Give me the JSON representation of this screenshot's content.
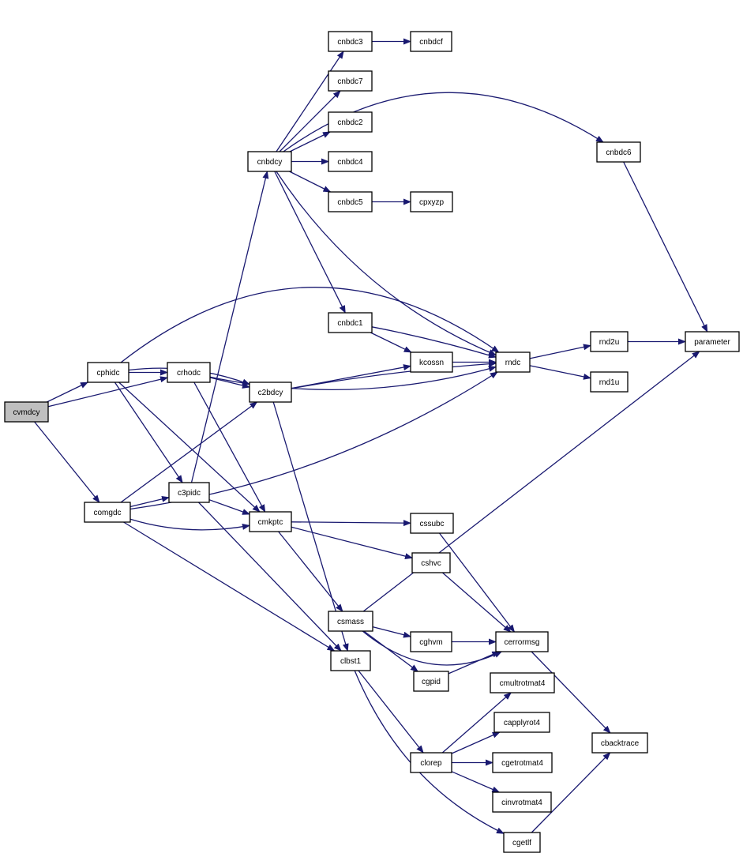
{
  "colors": {
    "edge": "#191970",
    "node_fill": "#ffffff",
    "root_fill": "#bfbfbf",
    "border": "#000000"
  },
  "nodes": [
    {
      "id": "cvmdcy",
      "label": "cvmdcy",
      "root": true
    },
    {
      "id": "cphidc",
      "label": "cphidc"
    },
    {
      "id": "comgdc",
      "label": "comgdc"
    },
    {
      "id": "crhodc",
      "label": "crhodc"
    },
    {
      "id": "c2bdcy",
      "label": "c2bdcy"
    },
    {
      "id": "c3pidc",
      "label": "c3pidc"
    },
    {
      "id": "cmkptc",
      "label": "cmkptc"
    },
    {
      "id": "cnbdcy",
      "label": "cnbdcy"
    },
    {
      "id": "cnbdc3",
      "label": "cnbdc3"
    },
    {
      "id": "cnbdcf",
      "label": "cnbdcf"
    },
    {
      "id": "cnbdc7",
      "label": "cnbdc7"
    },
    {
      "id": "cnbdc2",
      "label": "cnbdc2"
    },
    {
      "id": "cnbdc4",
      "label": "cnbdc4"
    },
    {
      "id": "cnbdc5",
      "label": "cnbdc5"
    },
    {
      "id": "cpxyzp",
      "label": "cpxyzp"
    },
    {
      "id": "cnbdc6",
      "label": "cnbdc6"
    },
    {
      "id": "cnbdc1",
      "label": "cnbdc1"
    },
    {
      "id": "kcossn",
      "label": "kcossn"
    },
    {
      "id": "rndc",
      "label": "rndc"
    },
    {
      "id": "rnd2u",
      "label": "rnd2u"
    },
    {
      "id": "rnd1u",
      "label": "rnd1u"
    },
    {
      "id": "parameter",
      "label": "parameter"
    },
    {
      "id": "cssubc",
      "label": "cssubc"
    },
    {
      "id": "cshvc",
      "label": "cshvc"
    },
    {
      "id": "csmass",
      "label": "csmass"
    },
    {
      "id": "cghvm",
      "label": "cghvm"
    },
    {
      "id": "cerrormsg",
      "label": "cerrormsg"
    },
    {
      "id": "cgpid",
      "label": "cgpid"
    },
    {
      "id": "clbst1",
      "label": "clbst1"
    },
    {
      "id": "cmultrotmat4",
      "label": "cmultrotmat4"
    },
    {
      "id": "capplyrot4",
      "label": "capplyrot4"
    },
    {
      "id": "clorep",
      "label": "clorep"
    },
    {
      "id": "cgetrotmat4",
      "label": "cgetrotmat4"
    },
    {
      "id": "cinvrotmat4",
      "label": "cinvrotmat4"
    },
    {
      "id": "cbacktrace",
      "label": "cbacktrace"
    },
    {
      "id": "cgetlf",
      "label": "cgetlf"
    }
  ],
  "edges": [
    {
      "from": "cvmdcy",
      "to": "cphidc"
    },
    {
      "from": "cvmdcy",
      "to": "crhodc"
    },
    {
      "from": "cvmdcy",
      "to": "comgdc"
    },
    {
      "from": "cphidc",
      "to": "crhodc"
    },
    {
      "from": "cphidc",
      "to": "c2bdcy"
    },
    {
      "from": "cphidc",
      "to": "rndc"
    },
    {
      "from": "cphidc",
      "to": "c3pidc"
    },
    {
      "from": "cphidc",
      "to": "cmkptc"
    },
    {
      "from": "crhodc",
      "to": "c2bdcy"
    },
    {
      "from": "crhodc",
      "to": "rndc"
    },
    {
      "from": "crhodc",
      "to": "cmkptc"
    },
    {
      "from": "comgdc",
      "to": "c2bdcy"
    },
    {
      "from": "comgdc",
      "to": "c3pidc"
    },
    {
      "from": "comgdc",
      "to": "rndc"
    },
    {
      "from": "comgdc",
      "to": "cmkptc"
    },
    {
      "from": "comgdc",
      "to": "clbst1"
    },
    {
      "from": "c3pidc",
      "to": "cnbdcy"
    },
    {
      "from": "c3pidc",
      "to": "cmkptc"
    },
    {
      "from": "c3pidc",
      "to": "clbst1"
    },
    {
      "from": "c2bdcy",
      "to": "kcossn"
    },
    {
      "from": "c2bdcy",
      "to": "rndc"
    },
    {
      "from": "c2bdcy",
      "to": "clbst1"
    },
    {
      "from": "cnbdcy",
      "to": "cnbdc3"
    },
    {
      "from": "cnbdcy",
      "to": "cnbdc7"
    },
    {
      "from": "cnbdcy",
      "to": "cnbdc2"
    },
    {
      "from": "cnbdcy",
      "to": "cnbdc4"
    },
    {
      "from": "cnbdcy",
      "to": "cnbdc5"
    },
    {
      "from": "cnbdcy",
      "to": "cnbdc6"
    },
    {
      "from": "cnbdcy",
      "to": "cnbdc1"
    },
    {
      "from": "cnbdcy",
      "to": "rndc"
    },
    {
      "from": "cnbdc3",
      "to": "cnbdcf"
    },
    {
      "from": "cnbdc5",
      "to": "cpxyzp"
    },
    {
      "from": "cnbdc6",
      "to": "parameter"
    },
    {
      "from": "cnbdc1",
      "to": "kcossn"
    },
    {
      "from": "cnbdc1",
      "to": "rndc"
    },
    {
      "from": "kcossn",
      "to": "rndc"
    },
    {
      "from": "rndc",
      "to": "rnd2u"
    },
    {
      "from": "rndc",
      "to": "rnd1u"
    },
    {
      "from": "rnd2u",
      "to": "parameter"
    },
    {
      "from": "cmkptc",
      "to": "cssubc"
    },
    {
      "from": "cmkptc",
      "to": "cshvc"
    },
    {
      "from": "cmkptc",
      "to": "csmass"
    },
    {
      "from": "cssubc",
      "to": "cerrormsg"
    },
    {
      "from": "cshvc",
      "to": "cerrormsg"
    },
    {
      "from": "csmass",
      "to": "parameter"
    },
    {
      "from": "csmass",
      "to": "cghvm"
    },
    {
      "from": "csmass",
      "to": "cgpid"
    },
    {
      "from": "csmass",
      "to": "cerrormsg"
    },
    {
      "from": "cghvm",
      "to": "cerrormsg"
    },
    {
      "from": "cgpid",
      "to": "cerrormsg"
    },
    {
      "from": "cerrormsg",
      "to": "cbacktrace"
    },
    {
      "from": "clbst1",
      "to": "clorep"
    },
    {
      "from": "clbst1",
      "to": "cgetlf"
    },
    {
      "from": "clorep",
      "to": "cmultrotmat4"
    },
    {
      "from": "clorep",
      "to": "capplyrot4"
    },
    {
      "from": "clorep",
      "to": "cgetrotmat4"
    },
    {
      "from": "clorep",
      "to": "cinvrotmat4"
    },
    {
      "from": "cgetlf",
      "to": "cbacktrace"
    }
  ]
}
